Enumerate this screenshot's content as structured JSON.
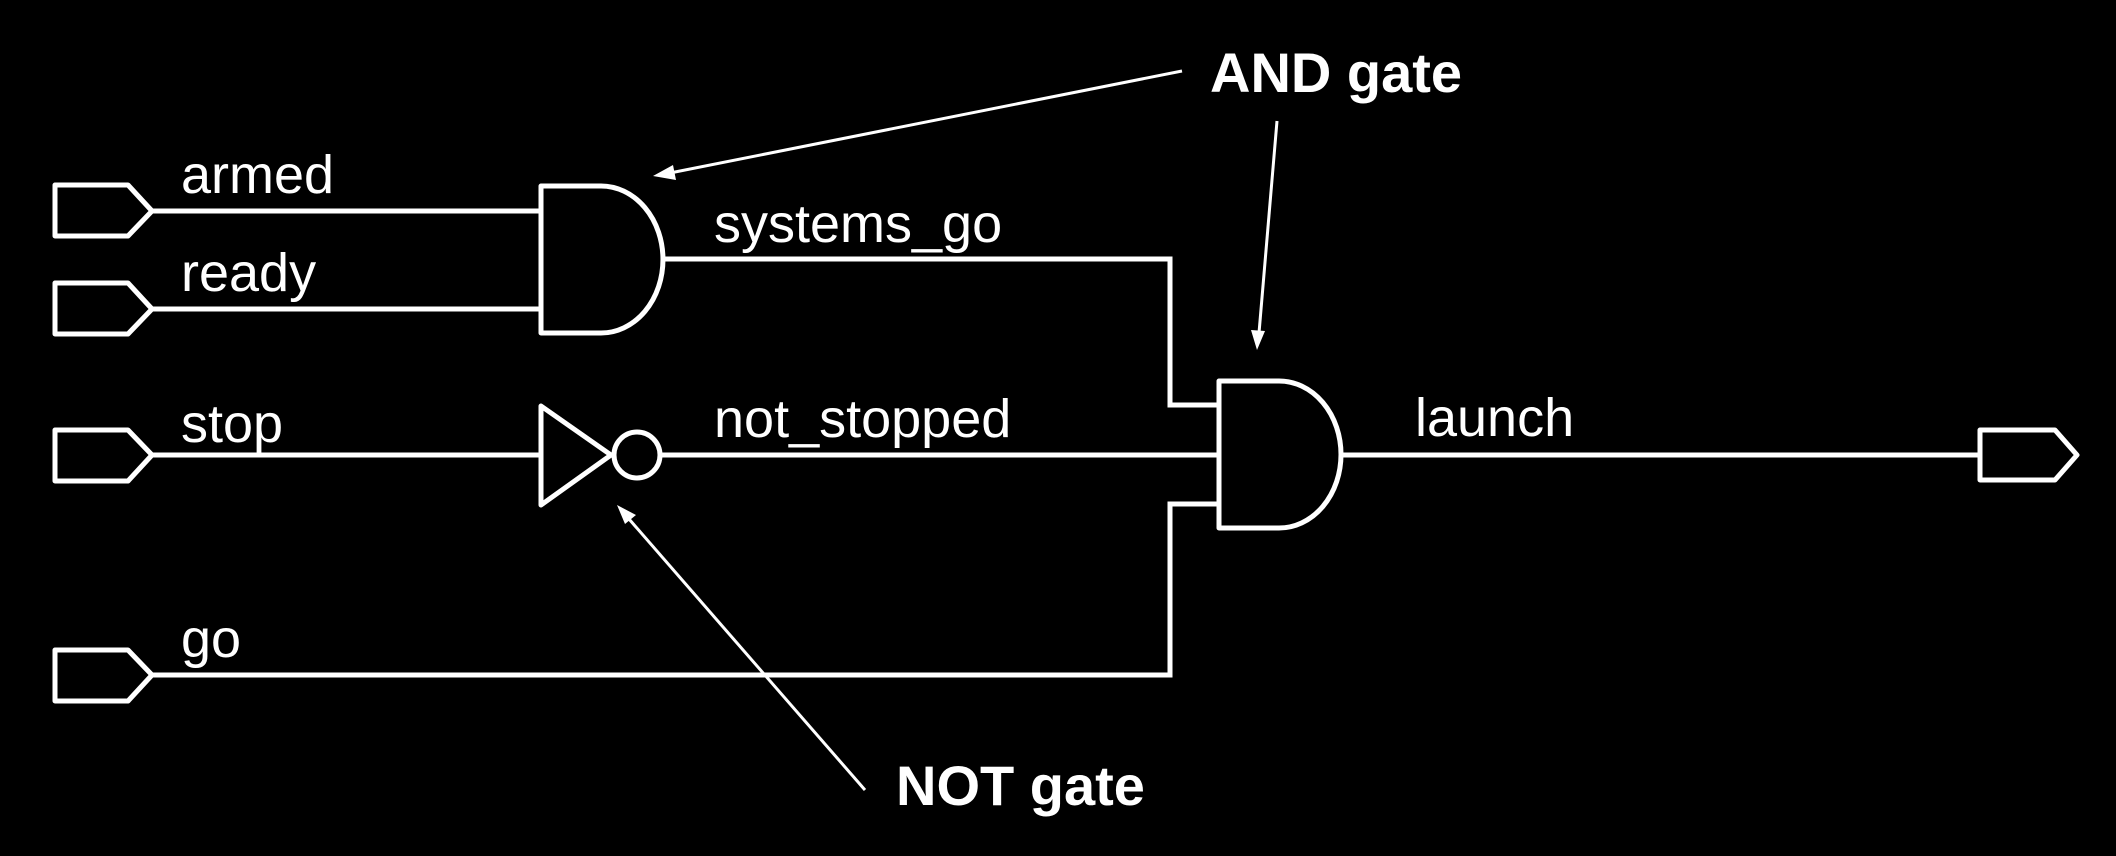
{
  "diagram": {
    "title": "Launch control logic circuit",
    "colors": {
      "background": "#000000",
      "foreground": "#ffffff"
    },
    "inputs": [
      {
        "id": "armed",
        "label": "armed"
      },
      {
        "id": "ready",
        "label": "ready"
      },
      {
        "id": "stop",
        "label": "stop"
      },
      {
        "id": "go",
        "label": "go"
      }
    ],
    "outputs": [
      {
        "id": "launch",
        "label": "launch"
      }
    ],
    "gates": [
      {
        "id": "and1",
        "type": "AND",
        "inputs": [
          "armed",
          "ready"
        ],
        "output": "systems_go"
      },
      {
        "id": "not1",
        "type": "NOT",
        "inputs": [
          "stop"
        ],
        "output": "not_stopped"
      },
      {
        "id": "and2",
        "type": "AND",
        "inputs": [
          "systems_go",
          "not_stopped",
          "go"
        ],
        "output": "launch"
      }
    ],
    "signals": {
      "systems_go": "systems_go",
      "not_stopped": "not_stopped",
      "launch": "launch"
    },
    "annotations": {
      "and_gate": "AND gate",
      "not_gate": "NOT gate"
    }
  }
}
